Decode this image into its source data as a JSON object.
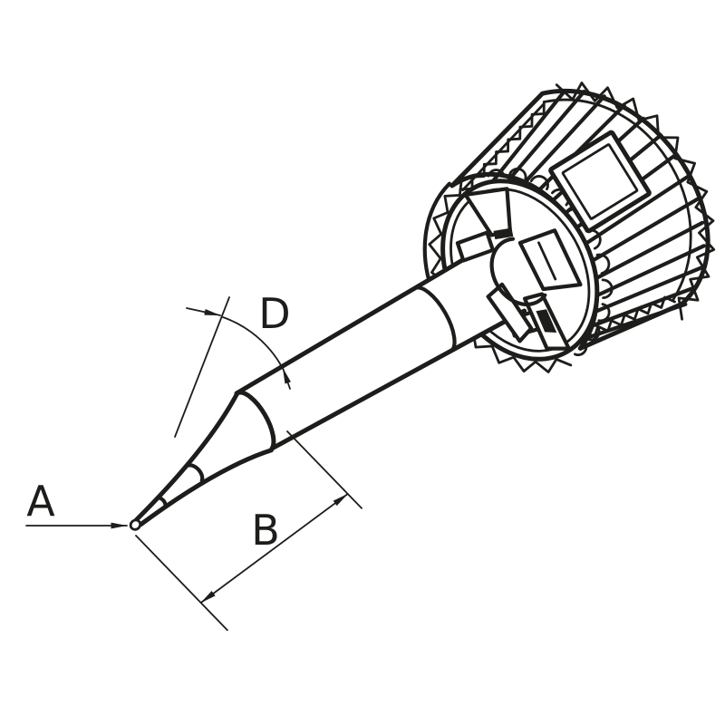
{
  "page": {
    "background": "#ffffff"
  },
  "drawing": {
    "subject": "soldering-tip-with-knurled-fastening-knob",
    "line_color": "#1d1d1b",
    "labels": {
      "a": "A",
      "b": "B",
      "d": "D"
    }
  }
}
